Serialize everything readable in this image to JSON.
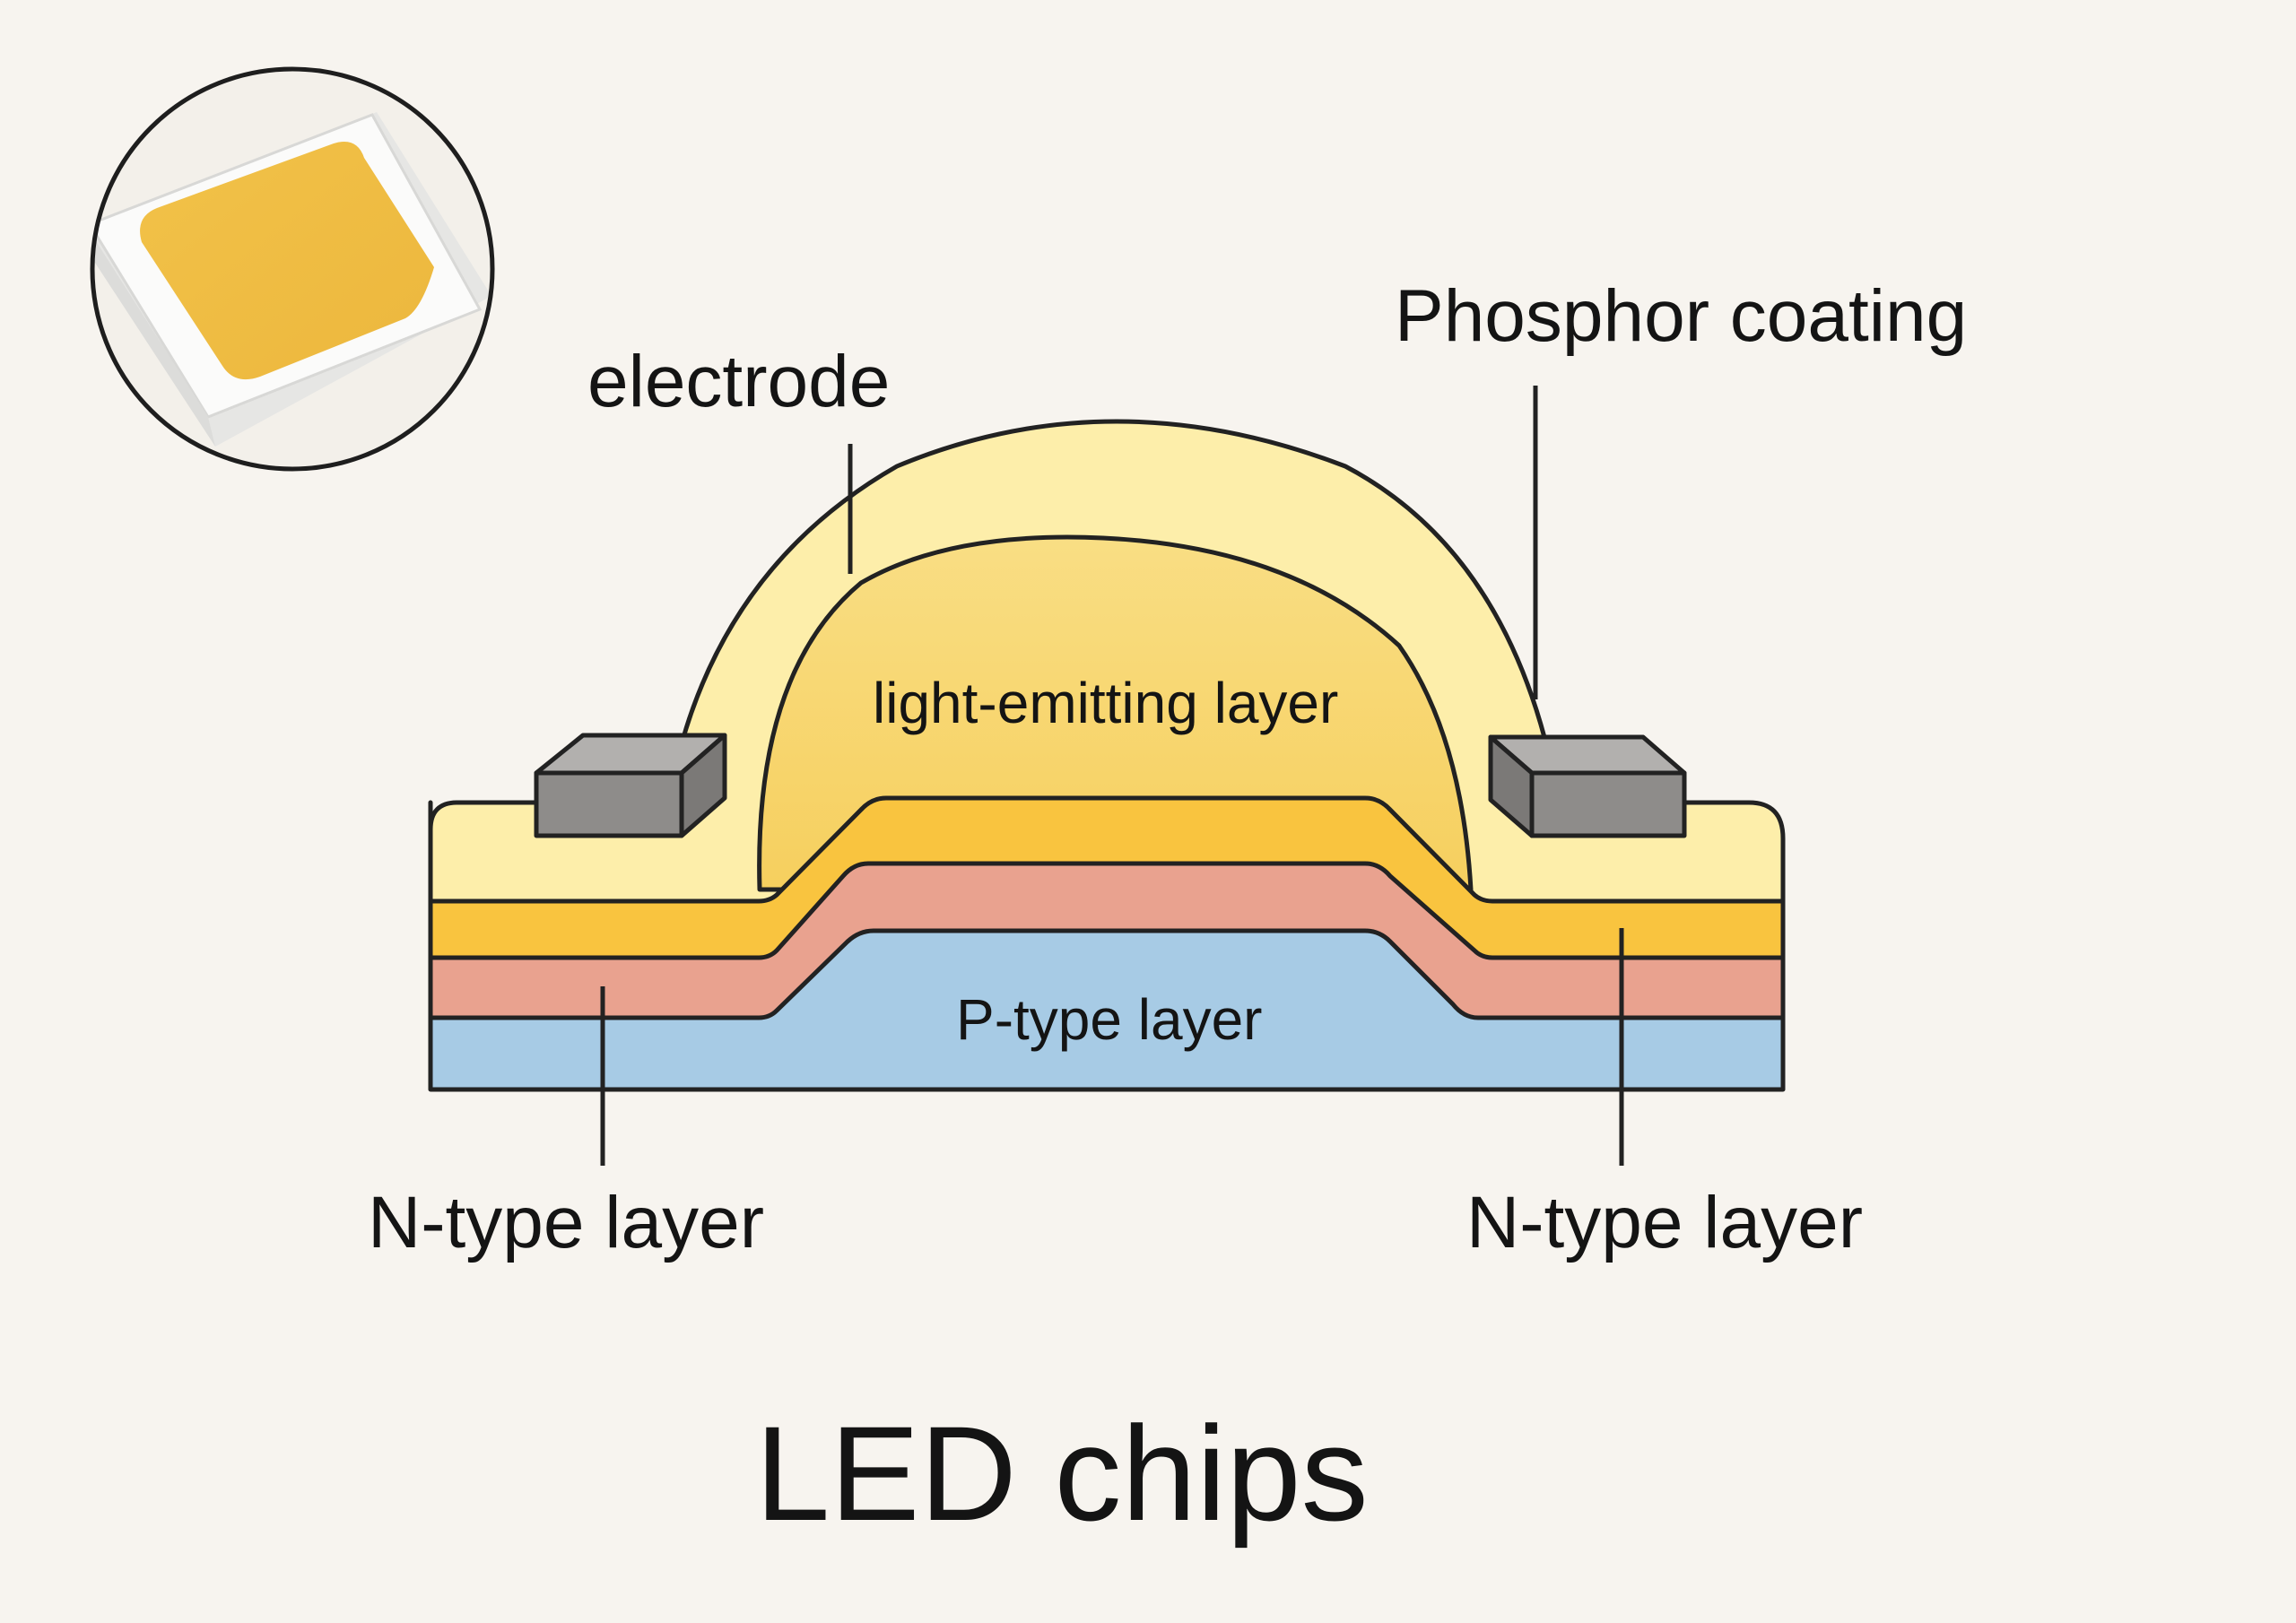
{
  "title": "LED chips",
  "labels": {
    "electrode": "electrode",
    "phosphor_coating": "Phosphor coating",
    "light_emitting_layer": "light-emitting layer",
    "p_type_layer": "P-type layer",
    "n_type_layer_left": "N-type layer",
    "n_type_layer_right": "N-type layer"
  },
  "colors": {
    "background": "#f7f4ef",
    "phosphor": "#fdeeaa",
    "emitting_dome": "#f7d56e",
    "active_layer": "#f9c43f",
    "n_layer": "#e9a28f",
    "p_layer": "#a7cbe5",
    "electrode_pad": "#8e8c8a",
    "outline": "#222222"
  }
}
